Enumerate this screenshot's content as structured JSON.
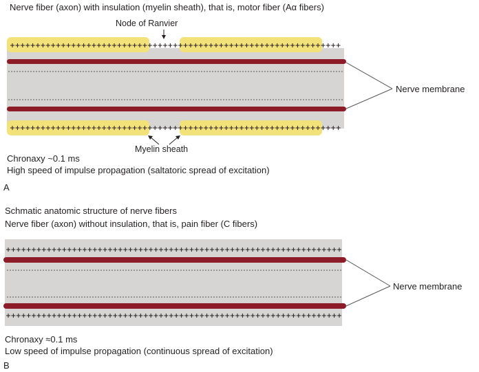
{
  "panel_a": {
    "title": "Nerve fiber (axon) with insulation (myelin sheath), that is, motor fiber (Aα fibers)",
    "node_label": "Node of Ranvier",
    "membrane_label": "Nerve membrane",
    "sheath_label": "Myelin sheath",
    "chronaxy": "Chronaxy  ~0.1 ms",
    "speed": "High speed of impulse propagation (saltatoric spread of excitation)",
    "letter": "A"
  },
  "panel_b": {
    "heading": "Schmatic anatomic structure of nerve fibers",
    "title": "Nerve fiber (axon) without insulation, that is, pain fiber (C fibers)",
    "membrane_label": "Nerve membrane",
    "chronaxy": "Chronaxy  ≈0.1 ms",
    "speed": "Low speed of impulse propagation (continuous spread of excitation)",
    "letter": "B"
  },
  "colors": {
    "axoplasm": "#d6d5d3",
    "membrane": "#8e1c28",
    "myelin": "#f3e27a",
    "plus": "#231f20"
  }
}
